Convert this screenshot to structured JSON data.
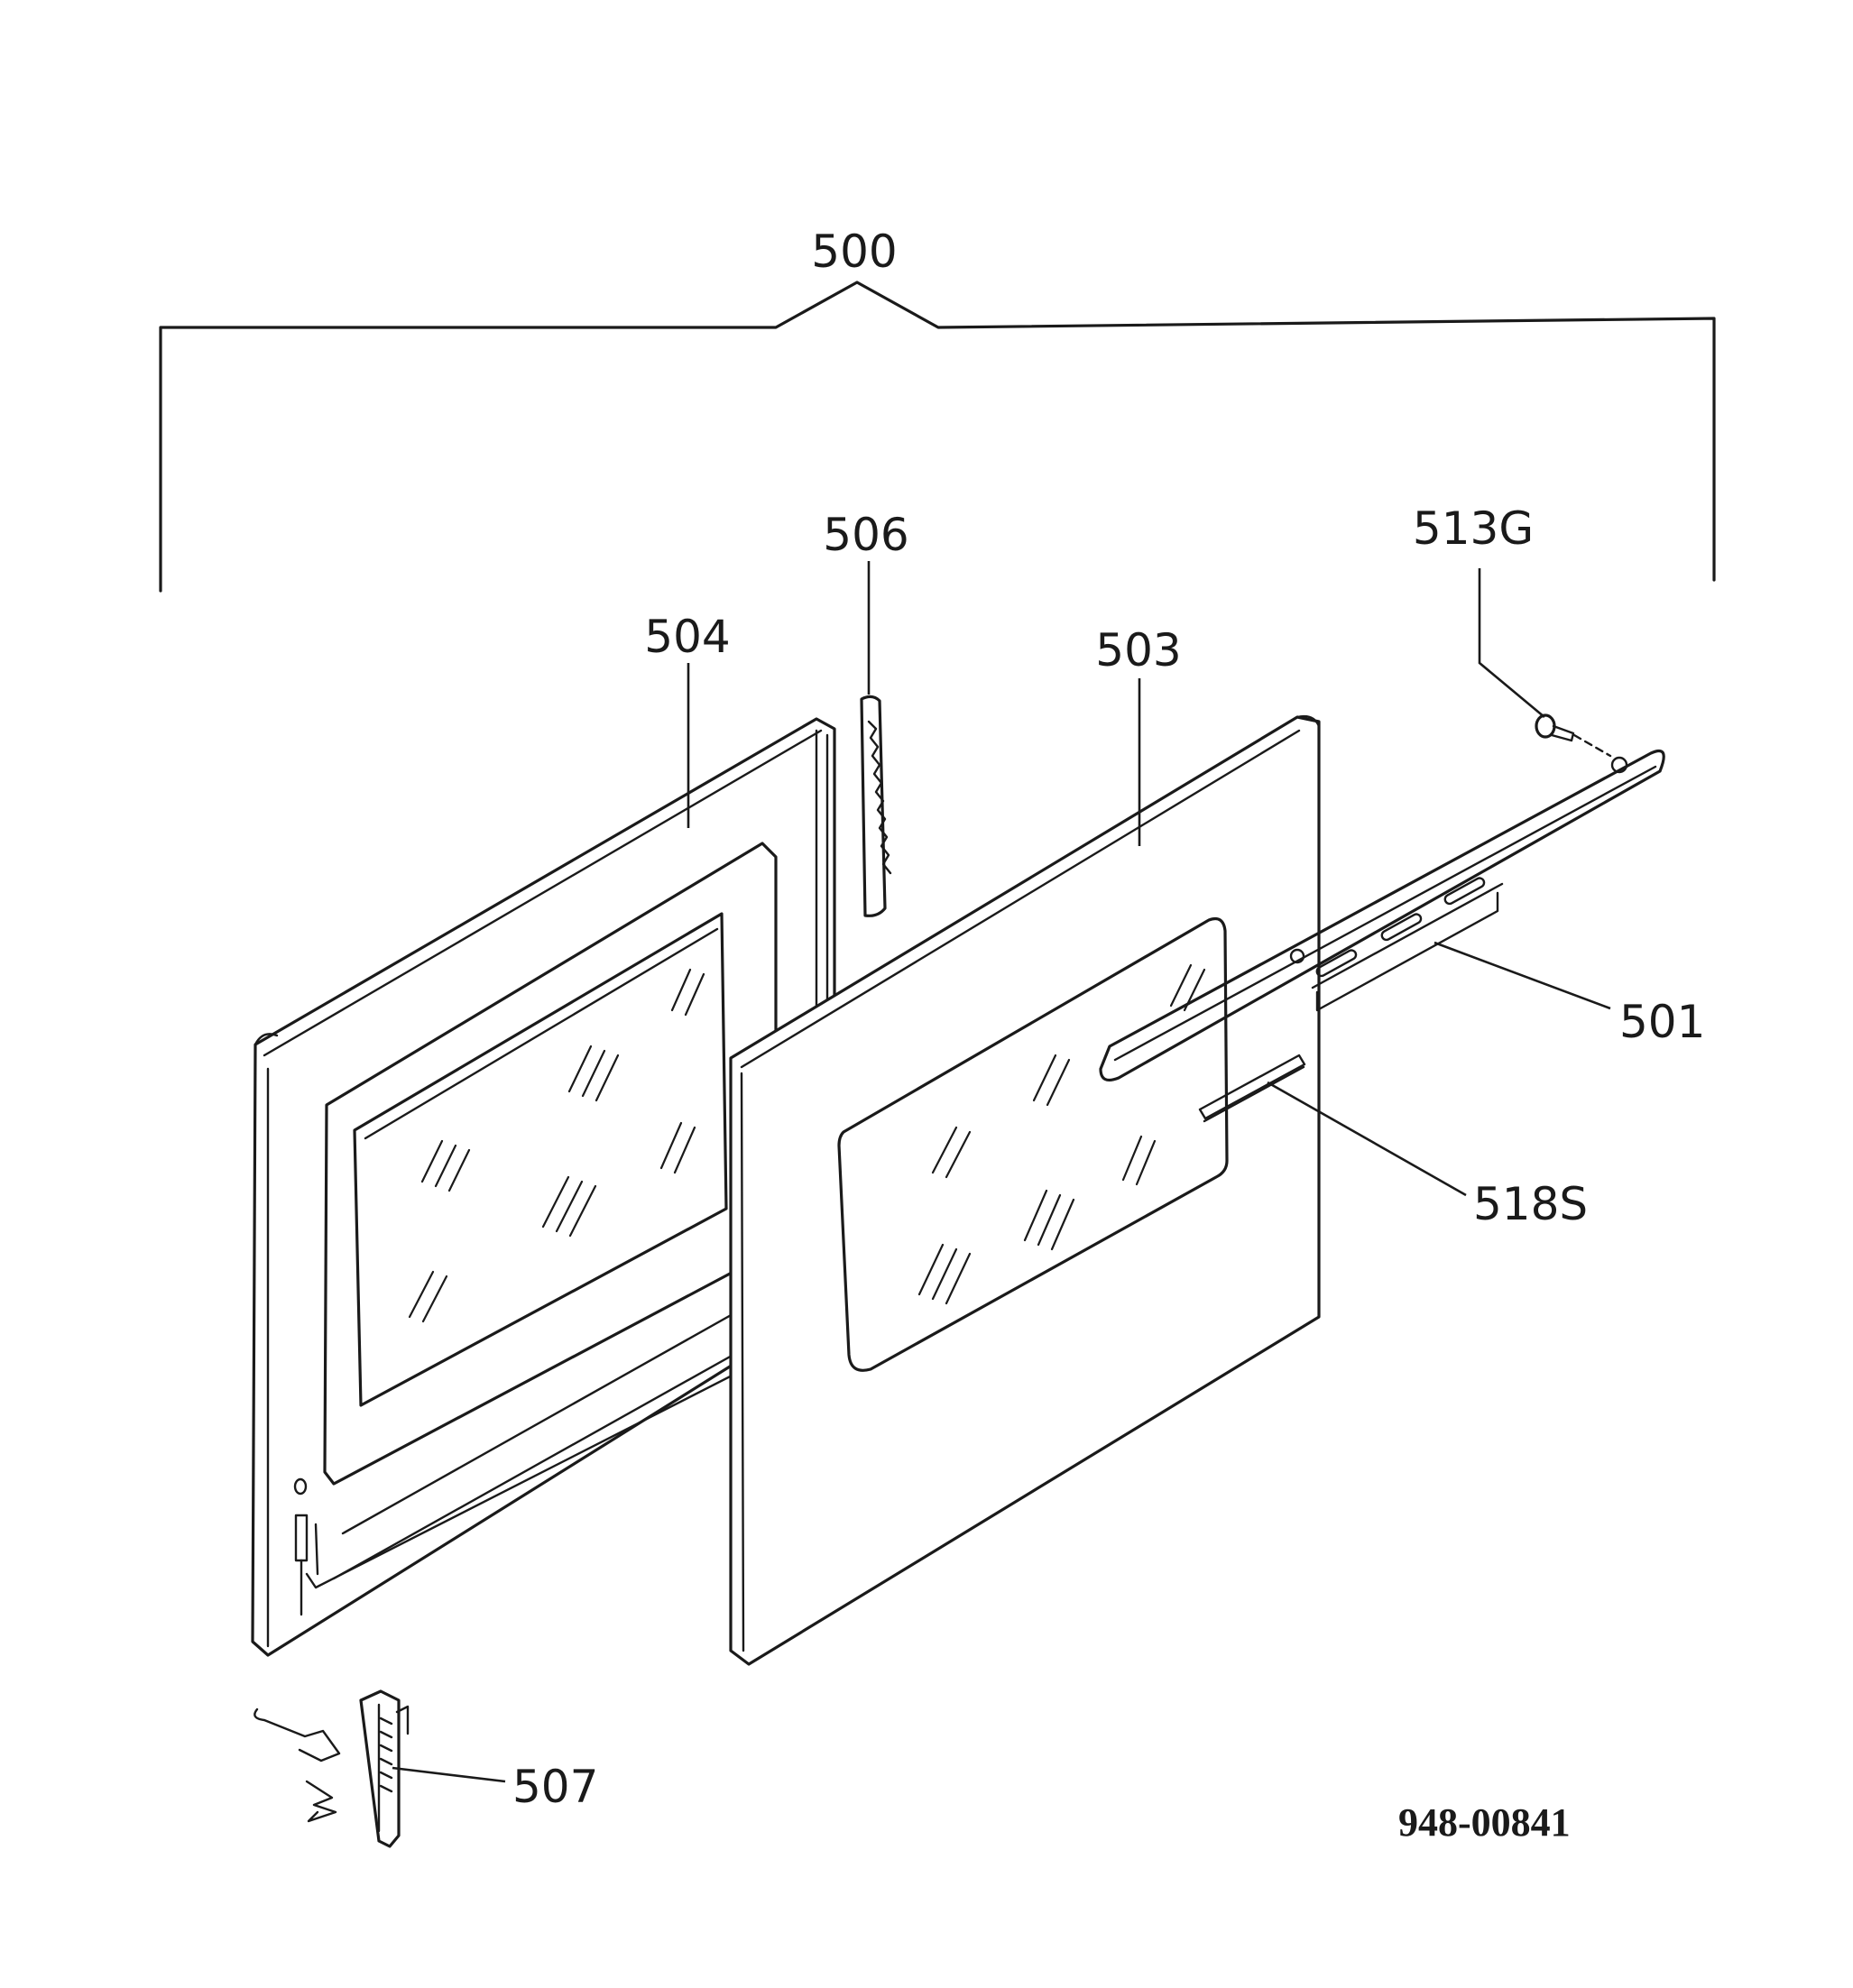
{
  "labels": {
    "l500": "500",
    "l506": "506",
    "l513g": "513G",
    "l504": "504",
    "l503": "503",
    "l501": "501",
    "l518s": "518S",
    "l507": "507"
  },
  "drawing_code": "948-00841"
}
